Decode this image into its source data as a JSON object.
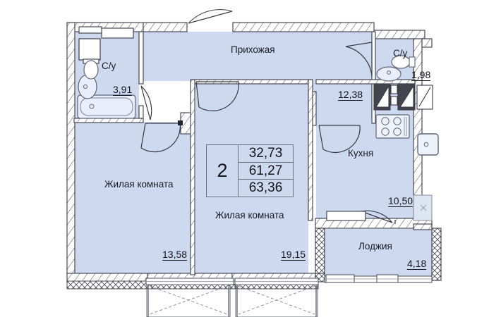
{
  "plan": {
    "type": "apartment-floor-plan",
    "background_color": "#ffffff",
    "room_fill_color": "#ccd9ee",
    "wall_stroke_color": "#3a3a46",
    "dimension_text_color": "#15151c"
  },
  "summary_box": {
    "rooms_count": "2",
    "living_area": "32,73",
    "area_without_loggia": "61,27",
    "total_area": "63,36"
  },
  "rooms": [
    {
      "name": "bathroom-left",
      "label": "С/у",
      "area": "3,91"
    },
    {
      "name": "hallway",
      "label": "Прихожая",
      "area": "12,38"
    },
    {
      "name": "bathroom-right",
      "label": "С/у",
      "area": "1,98"
    },
    {
      "name": "kitchen",
      "label": "Кухня",
      "area": "10,50"
    },
    {
      "name": "living-room-left",
      "label": "Жилая комната",
      "area": "13,58"
    },
    {
      "name": "living-room-center",
      "label": "Жилая комната",
      "area": "19,15"
    },
    {
      "name": "loggia",
      "label": "Лоджия",
      "area": "4,18"
    }
  ],
  "fixtures": [
    {
      "name": "bathtub",
      "room": "bathroom-left"
    },
    {
      "name": "washbasin",
      "room": "bathroom-left"
    },
    {
      "name": "toilet",
      "room": "bathroom-left"
    },
    {
      "name": "washbasin",
      "room": "bathroom-right"
    },
    {
      "name": "toilet",
      "room": "bathroom-right"
    },
    {
      "name": "cooktop",
      "room": "kitchen"
    },
    {
      "name": "kitchen-sink",
      "room": "kitchen"
    }
  ]
}
